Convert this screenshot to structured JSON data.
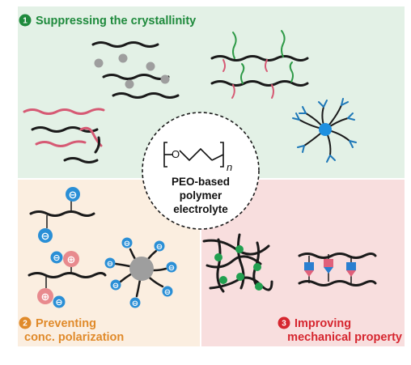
{
  "figure": {
    "sections": [
      {
        "number": "1",
        "title": "Suppressing the crystallinity",
        "color": "#1e8a3c",
        "background": "#e3f1e6"
      },
      {
        "number": "2",
        "title_lines": [
          "Preventing",
          "conc. polarization"
        ],
        "color": "#e08a2a",
        "background": "#fbeee0"
      },
      {
        "number": "3",
        "title_lines": [
          "Improving",
          "mechanical property"
        ],
        "color": "#d6262f",
        "background": "#f8dede"
      }
    ],
    "center": {
      "repeat_unit_atom": "O",
      "repeat_subscript": "n",
      "label_lines": [
        "PEO-based",
        "polymer",
        "electrolyte"
      ]
    },
    "ions": {
      "anion_symbol": "⊖",
      "cation_symbol": "⊕",
      "anion_color": "#2a8fd6",
      "cation_color": "#e88a8e"
    },
    "colors": {
      "chain": "#1a1a1a",
      "filler": "#9e9e9e",
      "graft_green": "#2e9a47",
      "graft_pink": "#d65a74",
      "star_core": "#1e90e0",
      "star_arm": "#1e78b8",
      "crosslink_node": "#22a050",
      "block_blue": "#2a7fd0",
      "block_pink": "#e0607a"
    }
  }
}
